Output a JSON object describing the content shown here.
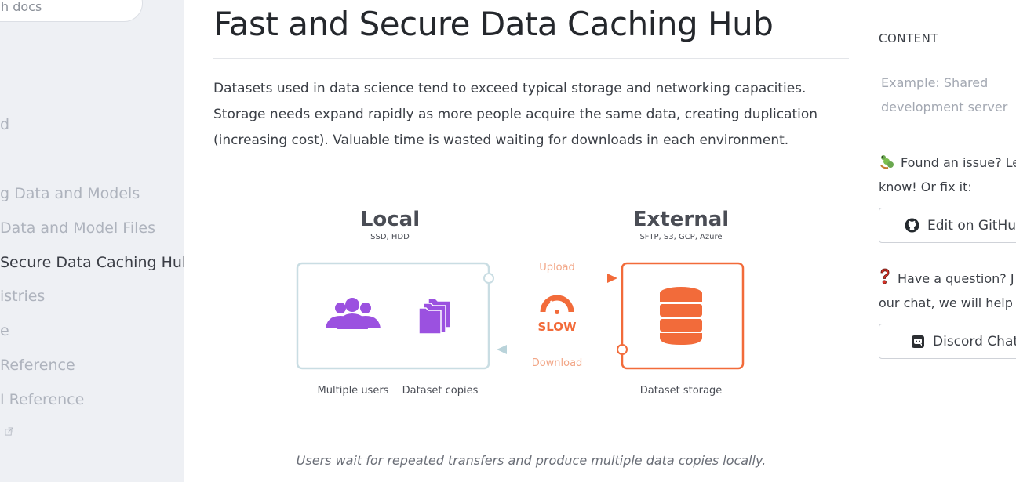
{
  "sidebar": {
    "search_placeholder": "h docs",
    "items": [
      {
        "label": "d"
      },
      {
        "label": "g Data and Models"
      },
      {
        "label": "Data and Model Files"
      },
      {
        "label": "Secure Data Caching Hub"
      },
      {
        "label": "istries"
      },
      {
        "label": "e"
      },
      {
        "label": " Reference"
      },
      {
        "label": "I Reference"
      }
    ],
    "external_link_icon": "external-link-icon"
  },
  "main": {
    "title": "Fast and Secure Data Caching Hub",
    "intro": "Datasets used in data science tend to exceed typical storage and networking capacities. Storage needs expand rapidly as more people acquire the same data, creating duplication (increasing cost). Valuable time is wasted waiting for downloads in each environment.",
    "diagram": {
      "local_title": "Local",
      "local_subtitle": "SSD, HDD",
      "external_title": "External",
      "external_subtitle": "SFTP, S3, GCP, Azure",
      "upload_label": "Upload",
      "download_label": "Download",
      "slow_label": "SLOW",
      "users_label": "Multiple users",
      "copies_label": "Dataset copies",
      "storage_label": "Dataset storage",
      "colors": {
        "local_border": "#c9dde3",
        "external": "#f26b3a",
        "purple": "#9b51e0",
        "arrow_in": "#b9d3da"
      }
    },
    "caption": "Users wait for repeated transfers and produce multiple data copies locally."
  },
  "rail": {
    "toc_heading": "CONTENT",
    "toc_link": "Example: Shared development server",
    "issue_text_1": "Found an issue? Le",
    "issue_text_2": "know! Or fix it:",
    "github_button": "Edit on GitHub",
    "question_text_1": "Have a question? J",
    "question_text_2": "our chat, we will help y",
    "discord_button": "Discord Chat"
  }
}
